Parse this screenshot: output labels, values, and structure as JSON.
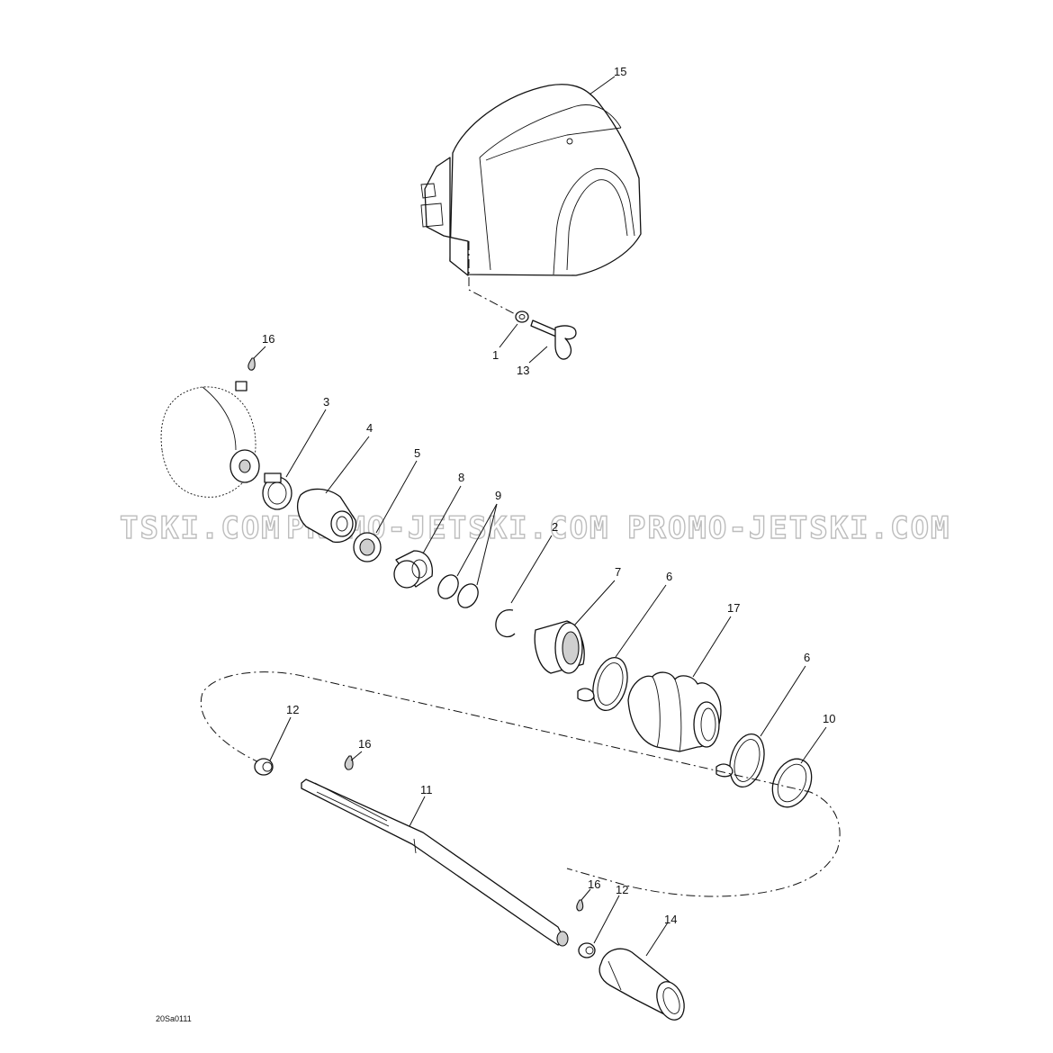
{
  "diagram": {
    "reference_code": "20Sa0111",
    "watermarks": [
      "TSKI.COM",
      "PROMO-JETSKI.COM",
      "PROMO-JETSKI.COM"
    ],
    "callouts": [
      {
        "id": "c15",
        "label": "15"
      },
      {
        "id": "c1",
        "label": "1"
      },
      {
        "id": "c13",
        "label": "13"
      },
      {
        "id": "c16a",
        "label": "16"
      },
      {
        "id": "c3",
        "label": "3"
      },
      {
        "id": "c4",
        "label": "4"
      },
      {
        "id": "c5",
        "label": "5"
      },
      {
        "id": "c8",
        "label": "8"
      },
      {
        "id": "c9",
        "label": "9"
      },
      {
        "id": "c2",
        "label": "2"
      },
      {
        "id": "c7",
        "label": "7"
      },
      {
        "id": "c6a",
        "label": "6"
      },
      {
        "id": "c17",
        "label": "17"
      },
      {
        "id": "c6b",
        "label": "6"
      },
      {
        "id": "c10",
        "label": "10"
      },
      {
        "id": "c12a",
        "label": "12"
      },
      {
        "id": "c16b",
        "label": "16"
      },
      {
        "id": "c11",
        "label": "11"
      },
      {
        "id": "c16c",
        "label": "16"
      },
      {
        "id": "c12b",
        "label": "12"
      },
      {
        "id": "c14",
        "label": "14"
      }
    ]
  }
}
